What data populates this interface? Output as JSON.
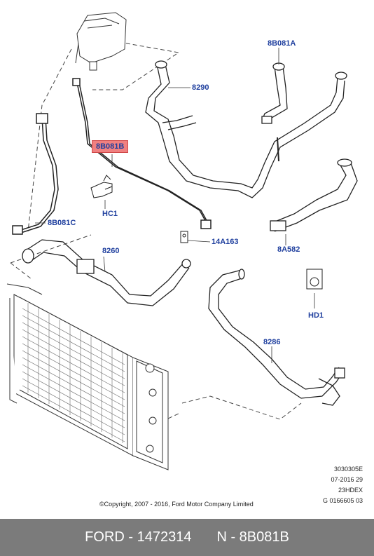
{
  "labels": {
    "p_8b081a": "8B081A",
    "p_8290": "8290",
    "p_8b081b": "8B081B",
    "p_hc1": "HC1",
    "p_8b081c": "8B081C",
    "p_14a163": "14A163",
    "p_8260": "8260",
    "p_8a582": "8A582",
    "p_hd1": "HD1",
    "p_8286": "8286"
  },
  "meta": {
    "line1": "3030305E",
    "line2": "07-2016 29",
    "line3": "23HDEX",
    "line4": "G 0166605 03"
  },
  "copyright": "©Copyright, 2007 - 2016, Ford Motor Company Limited",
  "footer": {
    "brand": "FORD - 1472314",
    "part": "N - 8B081B"
  },
  "colors": {
    "label": "#1f3f9e",
    "highlight": "#f08080",
    "footer_bg": "#7b7b7b"
  }
}
